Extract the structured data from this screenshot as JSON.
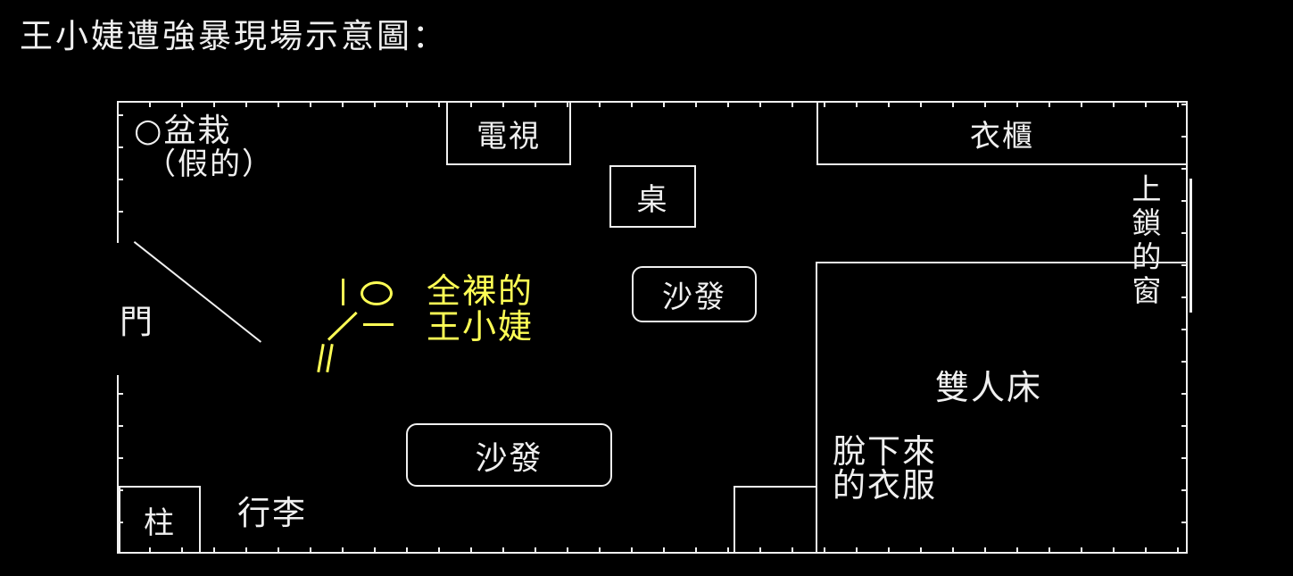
{
  "colors": {
    "background": "#000000",
    "line": "#f0f0f0",
    "highlight": "#ffff55"
  },
  "title": "王小婕遭強暴現場示意圖：",
  "labels": {
    "plant": "○盆栽",
    "plant_note": "（假的）",
    "tv": "電視",
    "wardrobe": "衣櫃",
    "table": "桌",
    "sofa_top": "沙發",
    "sofa_bottom": "沙發",
    "locked_window": "上鎖的窗",
    "door": "門",
    "victim_line1": "全裸的",
    "victim_line2": "王小婕",
    "double_bed": "雙人床",
    "clothes_line1": "脫下來",
    "clothes_line2": "的衣服",
    "pillar": "柱",
    "luggage": "行李"
  }
}
